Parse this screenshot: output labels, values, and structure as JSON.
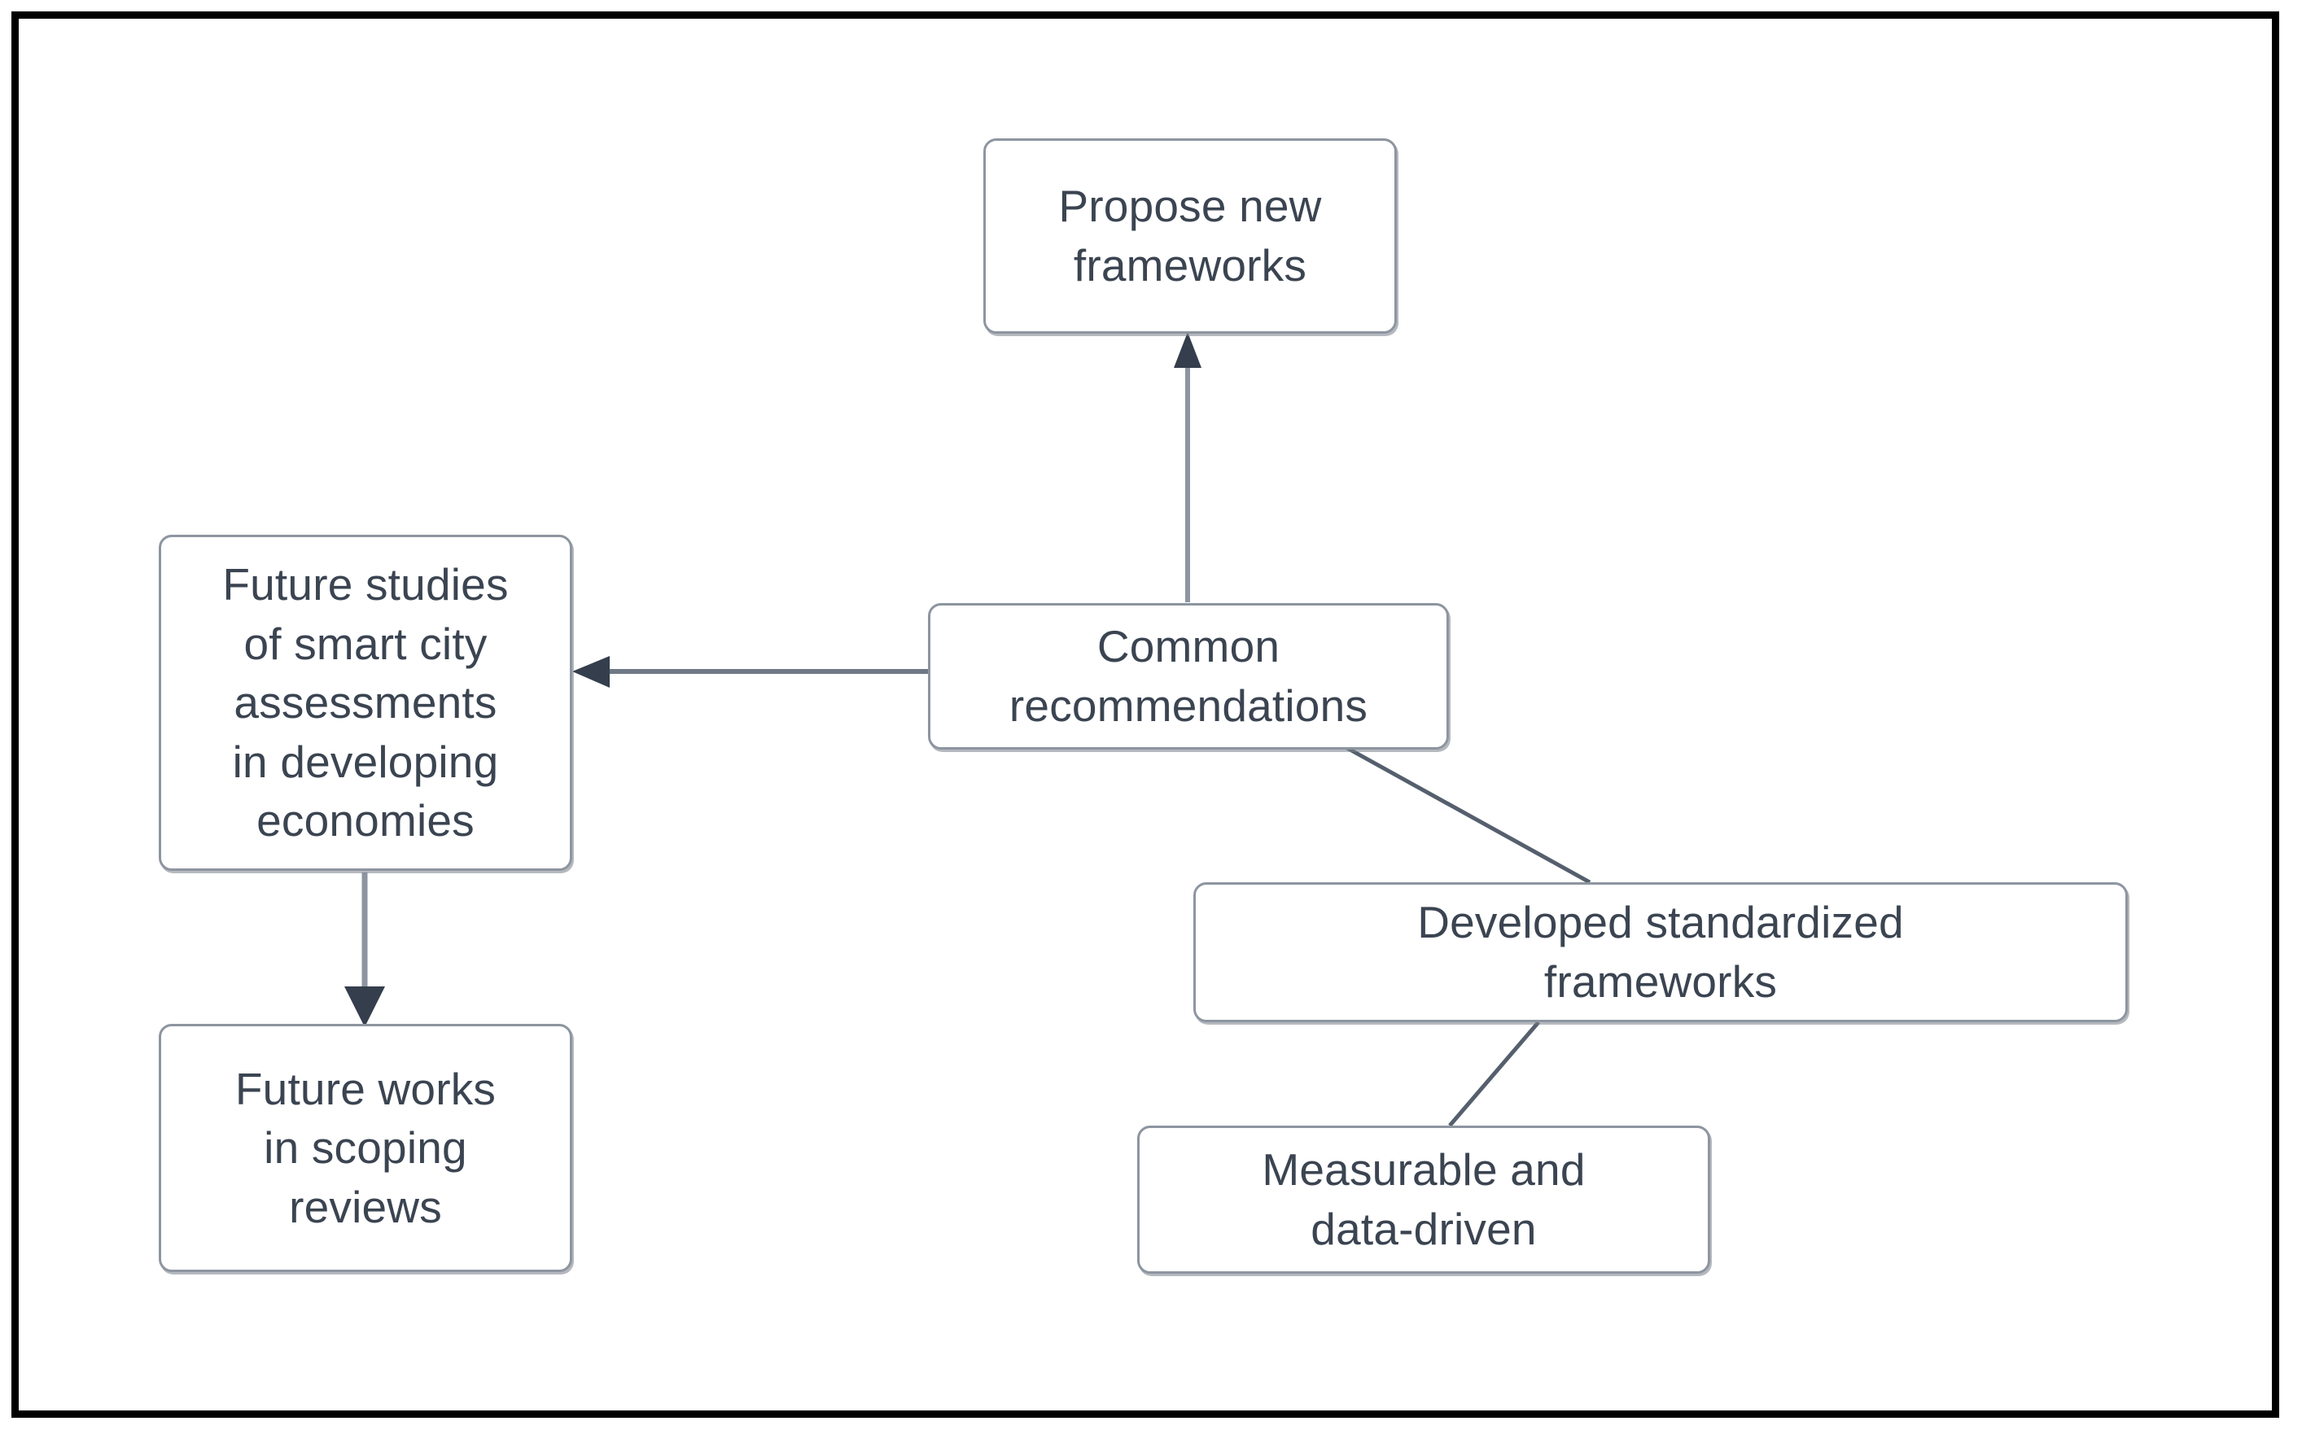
{
  "diagram": {
    "title": "Common recommendations flow diagram",
    "colors": {
      "frame": "#000000",
      "node_border": "#8d95a0",
      "node_fill": "#ffffff",
      "text": "#3b4451",
      "edge_line": "#6f7885",
      "arrow_head": "#343e4c"
    },
    "nodes": [
      {
        "id": "propose-new-frameworks",
        "label": "Propose new\nframeworks"
      },
      {
        "id": "future-studies",
        "label": "Future studies\nof smart city\nassessments\nin developing\neconomies"
      },
      {
        "id": "common-recommendations",
        "label": "Common\nrecommendations"
      },
      {
        "id": "developed-standardized-frameworks",
        "label": "Developed standardized\nframeworks"
      },
      {
        "id": "future-works",
        "label": "Future works\nin scoping\nreviews"
      },
      {
        "id": "measurable-data-driven",
        "label": "Measurable and\ndata-driven"
      }
    ],
    "edges": [
      {
        "id": "common-to-propose",
        "from": "common-recommendations",
        "to": "propose-new-frameworks",
        "arrow": "to"
      },
      {
        "id": "common-to-future-studies",
        "from": "common-recommendations",
        "to": "future-studies",
        "arrow": "to"
      },
      {
        "id": "future-studies-to-future-works",
        "from": "future-studies",
        "to": "future-works",
        "arrow": "to"
      },
      {
        "id": "common-to-developed",
        "from": "common-recommendations",
        "to": "developed-standardized-frameworks",
        "arrow": "none"
      },
      {
        "id": "developed-to-measurable",
        "from": "developed-standardized-frameworks",
        "to": "measurable-data-driven",
        "arrow": "none"
      }
    ]
  }
}
